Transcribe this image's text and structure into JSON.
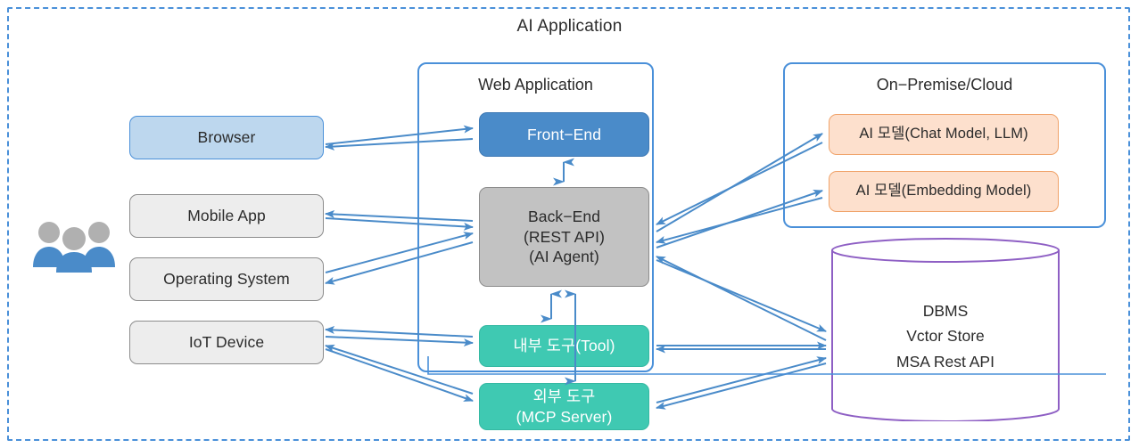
{
  "diagram": {
    "title": "AI Application",
    "boundary_style": "dashed",
    "accent_blue": "#4a90d9",
    "arrow_color": "#4a8bc9"
  },
  "containers": [
    {
      "id": "web-application",
      "label": "Web Application"
    },
    {
      "id": "on-premise-cloud",
      "label": "On−Premise/Cloud"
    }
  ],
  "clients": [
    {
      "id": "browser",
      "label": "Browser",
      "color": "#bdd7ee"
    },
    {
      "id": "mobile-app",
      "label": "Mobile App",
      "color": "#ededed"
    },
    {
      "id": "operating-system",
      "label": "Operating System",
      "color": "#ededed"
    },
    {
      "id": "iot-device",
      "label": "IoT Device",
      "color": "#ededed"
    }
  ],
  "web_application_nodes": [
    {
      "id": "front-end",
      "label": "Front−End",
      "color": "#4a8bc9"
    },
    {
      "id": "back-end",
      "line1": "Back−End",
      "line2": "(REST API)",
      "line3": "(AI Agent)",
      "color": "#c2c2c2"
    },
    {
      "id": "internal-tool",
      "label": "내부 도구(Tool)",
      "color": "#3fc9b2"
    }
  ],
  "external_nodes": [
    {
      "id": "external-tool",
      "line1": "외부 도구",
      "line2": "(MCP Server)",
      "color": "#3fc9b2"
    }
  ],
  "cloud_nodes": [
    {
      "id": "ai-model-chat",
      "label": "AI 모델(Chat Model, LLM)",
      "color": "#fde0cd"
    },
    {
      "id": "ai-model-embedding",
      "label": "AI 모델(Embedding Model)",
      "color": "#fde0cd"
    }
  ],
  "datastore": {
    "id": "dbms-cylinder",
    "line1": "DBMS",
    "line2": "Vctor Store",
    "line3": "MSA Rest API",
    "stroke": "#8e5fc4"
  },
  "actor": {
    "id": "users",
    "icon": "users-icon",
    "head_color": "#b0b0b0",
    "body_color": "#4a8bc9"
  }
}
